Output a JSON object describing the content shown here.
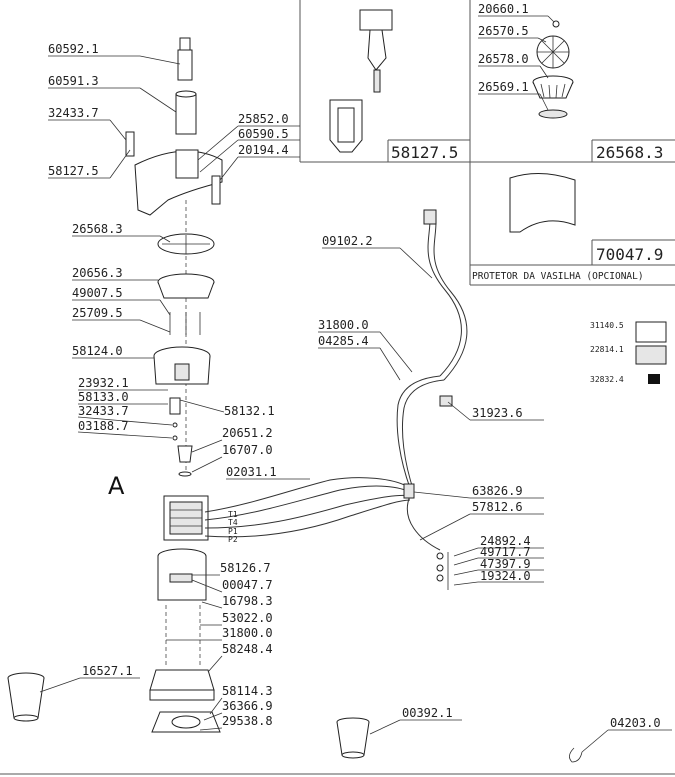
{
  "callout_A": "A",
  "labels": {
    "p60592_1": "60592.1",
    "p60591_3": "60591.3",
    "p32433_7a": "32433.7",
    "p58127_5a": "58127.5",
    "p25852_0": "25852.0",
    "p60590_5": "60590.5",
    "p20194_4": "20194.4",
    "p26568_3a": "26568.3",
    "p20656_3": "20656.3",
    "p49007_5": "49007.5",
    "p25709_5": "25709.5",
    "p58124_0": "58124.0",
    "p23932_1": "23932.1",
    "p58133_0": "58133.0",
    "p32433_7b": "32433.7",
    "p58132_1": "58132.1",
    "p03188_7": "03188.7",
    "p20651_2": "20651.2",
    "p16707_0": "16707.0",
    "p02031_1": "02031.1",
    "p58126_7": "58126.7",
    "p00047_7": "00047.7",
    "p16798_3": "16798.3",
    "p53022_0": "53022.0",
    "p31800_0b": "31800.0",
    "p58248_4": "58248.4",
    "p16527_1": "16527.1",
    "p58114_3": "58114.3",
    "p36366_9": "36366.9",
    "p29538_8": "29538.8",
    "p00392_1": "00392.1",
    "p04203_0": "04203.0",
    "p09102_2": "09102.2",
    "p31800_0a": "31800.0",
    "p04285_4": "04285.4",
    "p31923_6": "31923.6",
    "p63826_9": "63826.9",
    "p57812_6": "57812.6",
    "p24892_4": "24892.4",
    "p49717_7": "49717.7",
    "p47397_9": "47397.9",
    "p19324_0": "19324.0",
    "p31140_5": "31140.5",
    "p22814_1": "22814.1",
    "p32832_4": "32832.4",
    "p20660_1": "20660.1",
    "p26570_5": "26570.5",
    "p26578_0": "26578.0",
    "p26569_1": "26569.1"
  },
  "boxes": {
    "box58127_5": "58127.5",
    "box26568_3": "26568.3",
    "box70047_9": "70047.9",
    "protector_note": "PROTETOR DA VASILHA (OPCIONAL)"
  },
  "wires": {
    "t1": "T1",
    "t4": "T4",
    "p1": "P1",
    "p2": "P2"
  }
}
